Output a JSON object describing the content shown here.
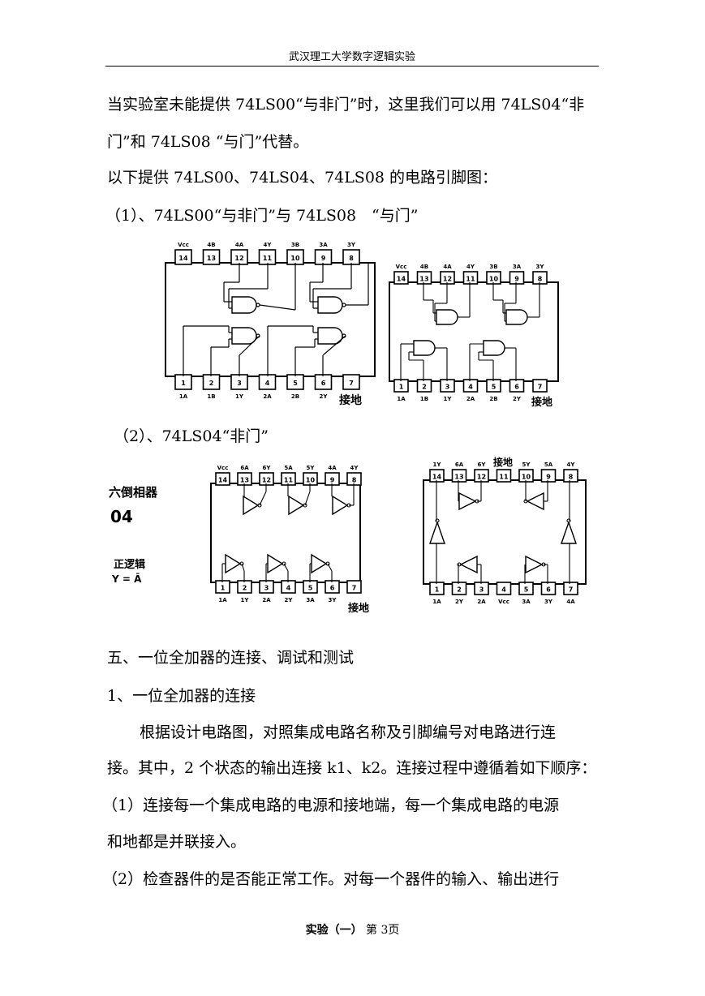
{
  "header": {
    "title": "武汉理工大学数字逻辑实验"
  },
  "body": {
    "p1_line1": "当实验室未能提供 74LS00“与非门”时，这里我们可以用 74LS04“非",
    "p1_line2": "门”和 74LS08 “与门”代替。",
    "p2": "以下提供 74LS00、74LS04、74LS08 的电路引脚图：",
    "item1": "（1）、74LS00“与非门”与 74LS08　“与门”",
    "item2": "（2）、74LS04“非门”",
    "section5": "五、一位全加器的连接、调试和测试",
    "sub1": "1、一位全加器的连接",
    "p3_line1": "根据设计电路图，对照集成电路名称及引脚编号对电路进行连",
    "p3_line2": "接。其中，2 个状态的输出连接 k1、k2。连接过程中遵循着如下顺序：",
    "p4_line1": "（1）连接每一个集成电路的电源和接地端，每一个集成电路的电源",
    "p4_line2": "和地都是并联接入。",
    "p5_line1": "（2）检查器件的是否能正常工作。对每一个器件的输入、输出进行"
  },
  "figures": {
    "ground_label": "接地",
    "ls00": {
      "top_labels": [
        "Vcc",
        "4B",
        "4A",
        "4Y",
        "3B",
        "3A",
        "3Y"
      ],
      "top_nums": [
        "14",
        "13",
        "12",
        "11",
        "10",
        "9",
        "8"
      ],
      "bottom_labels": [
        "1A",
        "1B",
        "1Y",
        "2A",
        "2B",
        "2Y",
        ""
      ],
      "bottom_nums": [
        "1",
        "2",
        "3",
        "4",
        "5",
        "6",
        "7"
      ]
    },
    "ls08": {
      "top_labels": [
        "Vcc",
        "4B",
        "4A",
        "4Y",
        "3B",
        "3A",
        "3Y"
      ],
      "top_nums": [
        "14",
        "13",
        "12",
        "11",
        "10",
        "9",
        "8"
      ],
      "bottom_labels": [
        "1A",
        "1B",
        "1Y",
        "2A",
        "2B",
        "2Y",
        ""
      ],
      "bottom_nums": [
        "1",
        "2",
        "3",
        "4",
        "5",
        "6",
        "7"
      ]
    },
    "ls04_left": {
      "side_title": "六倒相器",
      "side_code": "04",
      "logic_title": "正逻辑",
      "logic_eq": "Y = Ā",
      "top_labels": [
        "Vcc",
        "6A",
        "6Y",
        "5A",
        "5Y",
        "4A",
        "4Y"
      ],
      "top_nums": [
        "14",
        "13",
        "12",
        "11",
        "10",
        "9",
        "8"
      ],
      "bottom_labels": [
        "1A",
        "1Y",
        "2A",
        "2Y",
        "3A",
        "3Y",
        ""
      ],
      "bottom_nums": [
        "1",
        "2",
        "3",
        "4",
        "5",
        "6",
        "7"
      ]
    },
    "ls04_right": {
      "top_labels": [
        "1Y",
        "6A",
        "6Y",
        "",
        "5Y",
        "5A",
        "4Y"
      ],
      "top_nums": [
        "14",
        "13",
        "12",
        "11",
        "10",
        "9",
        "8"
      ],
      "bottom_labels": [
        "1A",
        "2Y",
        "2A",
        "Vcc",
        "3A",
        "3Y",
        "4A"
      ],
      "bottom_nums": [
        "1",
        "2",
        "3",
        "4",
        "5",
        "6",
        "7"
      ]
    }
  },
  "footer": {
    "bold": "实验（一）",
    "rest": "第 3页"
  }
}
